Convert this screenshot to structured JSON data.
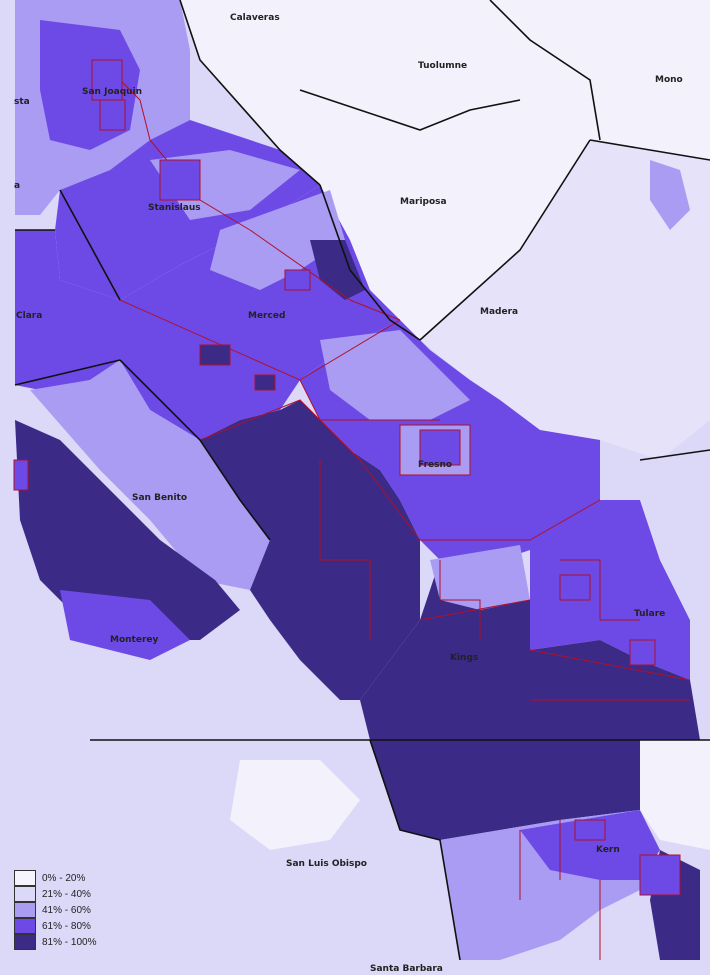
{
  "map": {
    "colors": {
      "c0": "#f6f4fd",
      "c1": "#dcd8f7",
      "c2": "#a99cf2",
      "c3": "#6d4ae6",
      "c4": "#3b2a86",
      "tract_line": "#b0102a",
      "county_line": "#111111"
    },
    "counties": [
      {
        "name": "Calaveras"
      },
      {
        "name": "Tuolumne"
      },
      {
        "name": "Mono"
      },
      {
        "name": "San Joaquin"
      },
      {
        "name": "Stanislaus"
      },
      {
        "name": "Mariposa"
      },
      {
        "name": "Merced"
      },
      {
        "name": "Madera"
      },
      {
        "name": "Clara"
      },
      {
        "name": "Fresno"
      },
      {
        "name": "San Benito"
      },
      {
        "name": "Monterey"
      },
      {
        "name": "Kings"
      },
      {
        "name": "Tulare"
      },
      {
        "name": "San Luis Obispo"
      },
      {
        "name": "Kern"
      },
      {
        "name": "Santa Barbara"
      },
      {
        "name": "sta"
      },
      {
        "name": "a"
      }
    ]
  },
  "legend": {
    "items": [
      {
        "label": "0% - 20%",
        "color": "#f6f4fd"
      },
      {
        "label": "21% - 40%",
        "color": "#dcd8f7"
      },
      {
        "label": "41% - 60%",
        "color": "#a99cf2"
      },
      {
        "label": "61% - 80%",
        "color": "#6d4ae6"
      },
      {
        "label": "81% - 100%",
        "color": "#3b2a86"
      }
    ]
  }
}
